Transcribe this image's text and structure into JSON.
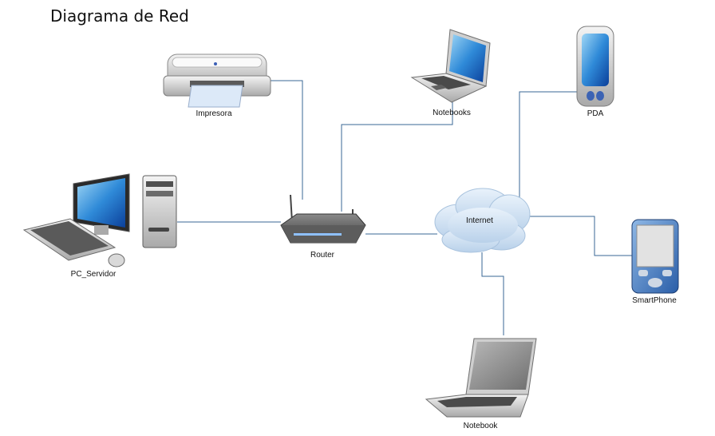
{
  "title": "Diagrama de Red",
  "colors": {
    "connector": "#3a6796",
    "cloud": "#c9dcef"
  },
  "nodes": {
    "printer": {
      "label": "Impresora",
      "icon": "printer-icon"
    },
    "notebooks": {
      "label": "Notebooks",
      "icon": "laptop-icon"
    },
    "pda": {
      "label": "PDA",
      "icon": "pda-icon"
    },
    "pc": {
      "label": "PC_Servidor",
      "icon": "desktop-computer-icon"
    },
    "router": {
      "label": "Router",
      "icon": "router-icon"
    },
    "internet": {
      "label": "Internet",
      "icon": "cloud-icon"
    },
    "smartphone": {
      "label": "SmartPhone",
      "icon": "smartphone-icon"
    },
    "notebook": {
      "label": "Notebook",
      "icon": "laptop-icon"
    }
  },
  "connections": [
    {
      "from": "Impresora",
      "to": "Router"
    },
    {
      "from": "Notebooks",
      "to": "Router"
    },
    {
      "from": "PC_Servidor",
      "to": "Router"
    },
    {
      "from": "Router",
      "to": "Internet"
    },
    {
      "from": "PDA",
      "to": "Internet"
    },
    {
      "from": "SmartPhone",
      "to": "Internet"
    },
    {
      "from": "Notebook",
      "to": "Internet"
    }
  ]
}
